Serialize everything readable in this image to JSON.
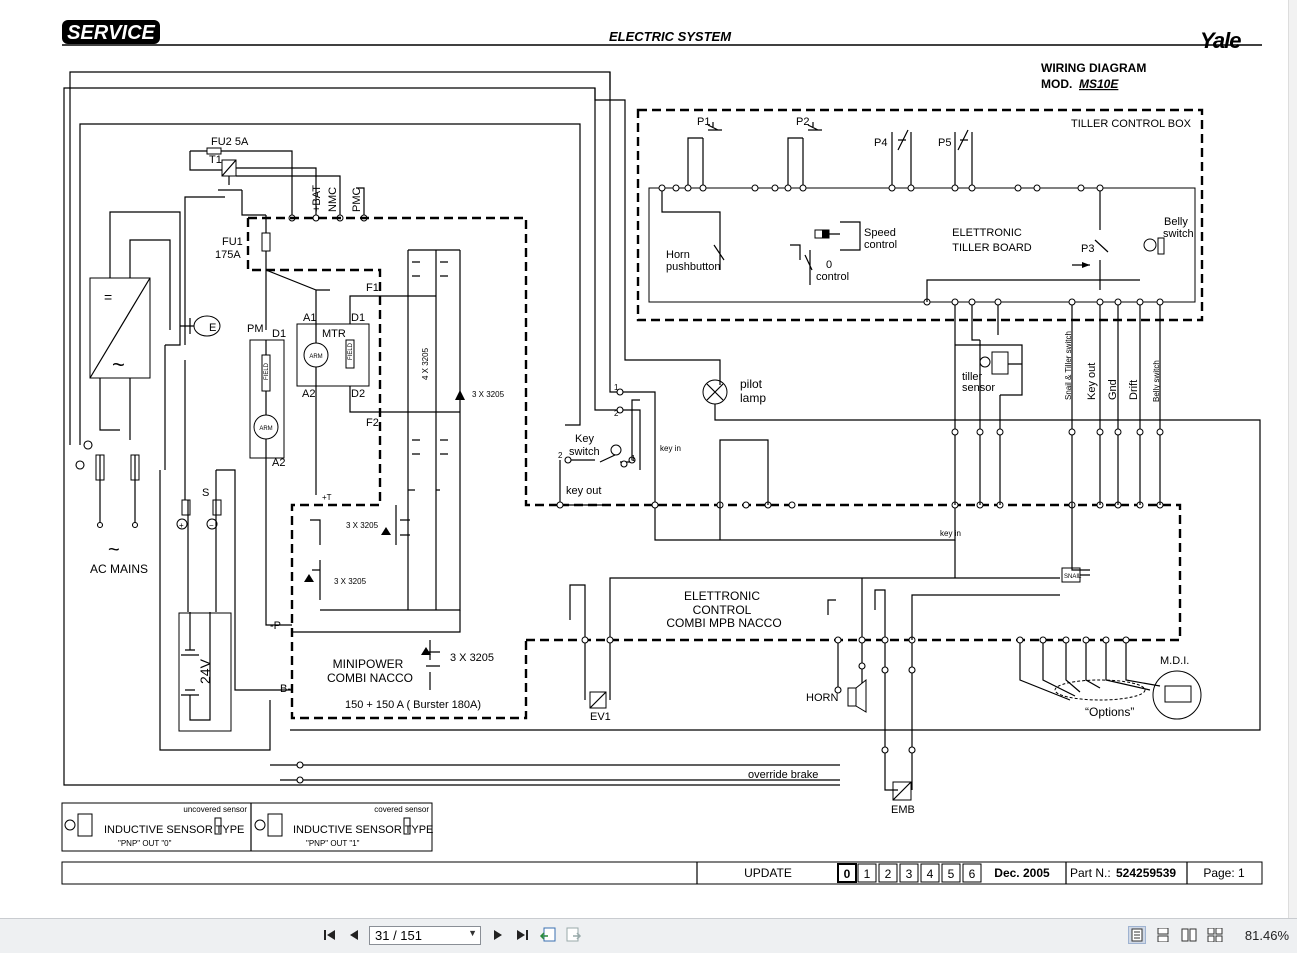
{
  "header": {
    "service_logo": "SERVICE",
    "section": "ELECTRIC SYSTEM",
    "brand": "Yale",
    "diagram_title": "WIRING DIAGRAM",
    "model_prefix": "MOD.",
    "model": "MS10E"
  },
  "labels": {
    "tiller_box": "TILLER CONTROL BOX",
    "tiller_board_1": "ELETTRONIC",
    "tiller_board_2": "TILLER BOARD",
    "horn_1": "Horn",
    "horn_2": "pushbutton",
    "speed_1": "Speed",
    "speed_2": "control",
    "zero_1": "0",
    "zero_2": "control",
    "belly_1": "Belly",
    "belly_2": "switch",
    "p1": "P1",
    "p2": "P2",
    "p3": "P3",
    "p4": "P4",
    "p5": "P5",
    "fu2": "FU2 5A",
    "t1": "T1",
    "fu1_1": "FU1",
    "fu1_2": "175A",
    "pm": "PM",
    "d1a": "D1",
    "d1b": "D1",
    "d2": "D2",
    "a1": "A1",
    "a2": "A2",
    "a2b": "A2",
    "mtr": "MTR",
    "arm": "ARM",
    "f1": "F1",
    "f2": "F2",
    "s": "S",
    "e": "E",
    "ac_mains": "AC MAINS",
    "v24": "24V",
    "minipower_1": "MINIPOWER",
    "minipower_2": "COMBI NACCO",
    "burster": "150 + 150 A ( Burster 180A)",
    "x3205": "3 X 3205",
    "x3205b": "4 X 3205",
    "key_switch_1": "Key",
    "key_switch_2": "switch",
    "key_out": "key out",
    "key_in": "key in",
    "pilot_1": "pilot",
    "pilot_2": "lamp",
    "tiller_sensor_1": "tiller",
    "tiller_sensor_2": "sensor",
    "combi_1": "ELETTRONIC",
    "combi_2": "CONTROL",
    "combi_3": "COMBI MPB NACCO",
    "horn": "HORN",
    "ev1": "EV1",
    "emb": "EMB",
    "override": "override brake",
    "mdi": "M.D.I.",
    "options": "“Options”",
    "snail": "Snail & Tiller switch",
    "keyout_v": "Key out",
    "gnd": "Gnd",
    "drift": "Drift",
    "belly_v": "Belly switch",
    "bat": "+BAT",
    "nmc": "NMC",
    "pmc": "PMC"
  },
  "legend": {
    "uncovered": "uncovered sensor",
    "covered": "covered sensor",
    "sensor_type": "INDUCTIVE SENSOR TYPE",
    "pnp0": "\"PNP\"  OUT \"0\"",
    "pnp1": "\"PNP\"  OUT \"1\""
  },
  "footer": {
    "update": "UPDATE",
    "revisions": [
      "0",
      "1",
      "2",
      "3",
      "4",
      "5",
      "6"
    ],
    "date": "Dec. 2005",
    "part_label": "Part N.:",
    "part_number": "524259539",
    "page": "Page: 1"
  },
  "viewer": {
    "page_display": "31 / 151",
    "zoom": "81.46%"
  }
}
